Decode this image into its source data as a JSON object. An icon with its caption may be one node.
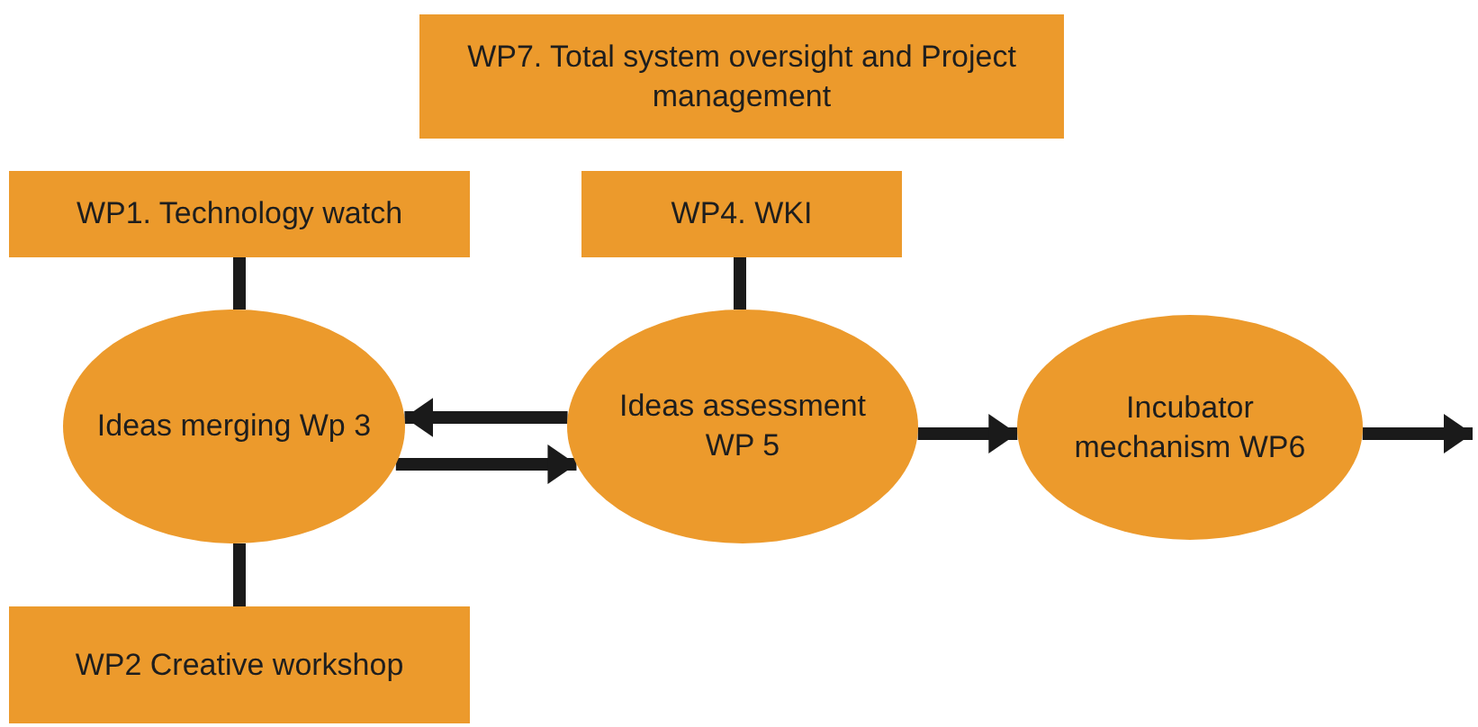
{
  "diagram": {
    "nodes": [
      {
        "text": [
          "WP7. Total system oversight and Project management"
        ]
      },
      {
        "text": [
          "WP1. Technology watch"
        ]
      },
      {
        "text": [
          "WP4. WKI"
        ]
      },
      {
        "text": [
          "Ideas merging Wp 3"
        ]
      },
      {
        "text": [
          "Ideas assessment WP 5"
        ]
      },
      {
        "text": [
          "Incubator mechanism WP6"
        ]
      },
      {
        "text": [
          "WP2 Creative workshop"
        ]
      }
    ],
    "edges": [
      {
        "from": 1,
        "to": 3,
        "arrow": "none"
      },
      {
        "from": 2,
        "to": 4,
        "arrow": "none"
      },
      {
        "from": 4,
        "to": 3,
        "arrow": "to"
      },
      {
        "from": 3,
        "to": 4,
        "arrow": "to"
      },
      {
        "from": 4,
        "to": 5,
        "arrow": "to"
      },
      {
        "from": 5,
        "to": null,
        "arrow": "to"
      },
      {
        "from": 3,
        "to": 6,
        "arrow": "none"
      }
    ]
  }
}
